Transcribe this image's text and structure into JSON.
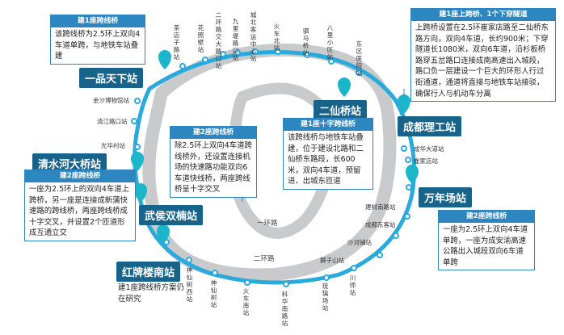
{
  "labels": {
    "center_route": "一环路",
    "outer_route": "二环路"
  },
  "stations_vertical": [
    {
      "id": "chadianzi",
      "name": "茶店子路站"
    },
    {
      "id": "huapaifang",
      "name": "花照壁站"
    },
    {
      "id": "erhuanjiaotong",
      "name": "二环路交大路口站"
    },
    {
      "id": "jiulidi",
      "name": "九里堤路口站"
    },
    {
      "id": "chengbeike",
      "name": "城北客运中心站"
    },
    {
      "id": "huochebei",
      "name": "火车北站"
    },
    {
      "id": "simaqiao",
      "name": "驷马桥站"
    },
    {
      "id": "balixiaoqu",
      "name": "八里小区站"
    },
    {
      "id": "dongqu",
      "name": "东区医院站"
    },
    {
      "id": "shenxianshu",
      "name": "神仙树西站"
    },
    {
      "id": "shenxian",
      "name": "神仙树站"
    },
    {
      "id": "huochenan",
      "name": "火车南站"
    },
    {
      "id": "kehuanan",
      "name": "科华南路站"
    },
    {
      "id": "liuli",
      "name": "琉璃场站"
    },
    {
      "id": "chuanshi",
      "name": "川师站"
    }
  ],
  "stations_horizontal": [
    {
      "id": "jinsha",
      "name": "金沙博物馆站"
    },
    {
      "id": "qingjiang",
      "name": "清江路口站"
    },
    {
      "id": "guanghua",
      "name": "光华村站"
    },
    {
      "id": "chenghua",
      "name": "成华大道站"
    },
    {
      "id": "cuijia",
      "name": "崔家店站"
    },
    {
      "id": "jianshi",
      "name": "建材南路站"
    },
    {
      "id": "chengdudongke",
      "name": "成都东客站"
    },
    {
      "id": "shahe",
      "name": "沙河铺站"
    },
    {
      "id": "shizishan",
      "name": "狮子山站"
    }
  ],
  "big_stations": {
    "yipin": "一品天下站",
    "erxian": "二仙桥站",
    "ligong": "成都理工站",
    "qingshui": "清水河大桥站",
    "wuhou": "武侯双楠站",
    "wanniang": "万年场站",
    "hongpai": "红牌楼南站"
  },
  "boxes": {
    "top_left": {
      "title": "建1座跨线桥",
      "body": "该跨线桥为2.5环上双向4车道单跨，与地铁车站叠建"
    },
    "top_right": {
      "title": "建1座上跨桥、1个下穿隧道",
      "body": "上跨桥设置在2.5环崔家店路至二仙桥东路方向，双向4车道，长约900米；下穿隧道长1080米，双向6车道，沿杉板桥路穿五岔路口连接成南高速出入城段，路口负一层建设一个巨大的环形人行过街通道，通道将直接与地铁车站接驳，确保行人与机动车分离"
    },
    "center_left": {
      "title": "建2座跨线桥",
      "body": "除2.5环上双向4车道跨线桥外，还设置连接机场的快速路功能双向6车道快线桥，两座跨线桥呈十字交叉"
    },
    "center_right": {
      "title": "建1座十字跨线桥",
      "body": "该跨线桥与地铁车站叠建，位于建设北路和二仙桥东路段，长600米，双向4车道，预留进、出城东匝道"
    },
    "left": {
      "title": "建2座跨线桥",
      "body": "一座为2.5环上的双向4车道上跨桥，另一座是连接成新蒲快速路的跨线桥，两座跨线桥成十字交叉，并设置2个匝道形成互通立交"
    },
    "bottom_right": {
      "title": "建2座跨线桥",
      "body": "一座为2.5环上双向4车道单跨，一座为成安渝高速公路出入城段双向6车道单跨"
    }
  },
  "hongpai_note": "建1座跨线桥方案仍在研究",
  "colors": {
    "ring": "#2aa9dc",
    "box_border": "#2e86c1",
    "dark": "#17638a",
    "gray_ring": "#c8cacc",
    "pin": "#1bb6c9"
  },
  "icons": [
    "location-pin-icon"
  ]
}
